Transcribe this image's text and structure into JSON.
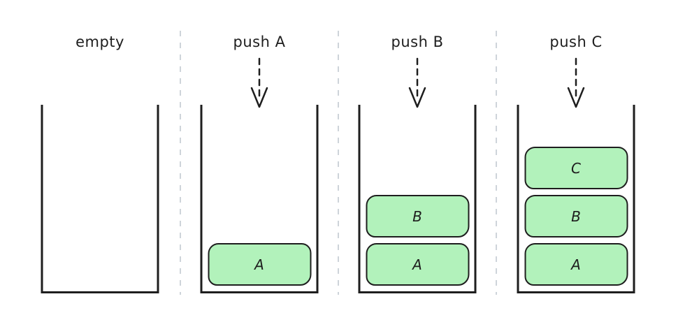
{
  "colors": {
    "stroke": "#1e1e1e",
    "block_fill": "#b2f2bb",
    "divider": "#ced4da",
    "background": "#ffffff"
  },
  "icons": {
    "push_arrow": "dashed-down-arrow"
  },
  "panels": [
    {
      "label": "empty",
      "has_arrow": false,
      "blocks": []
    },
    {
      "label": "push A",
      "has_arrow": true,
      "blocks": [
        {
          "label": "A"
        }
      ]
    },
    {
      "label": "push B",
      "has_arrow": true,
      "blocks": [
        {
          "label": "B"
        },
        {
          "label": "A"
        }
      ]
    },
    {
      "label": "push C",
      "has_arrow": true,
      "blocks": [
        {
          "label": "C"
        },
        {
          "label": "B"
        },
        {
          "label": "A"
        }
      ]
    }
  ]
}
